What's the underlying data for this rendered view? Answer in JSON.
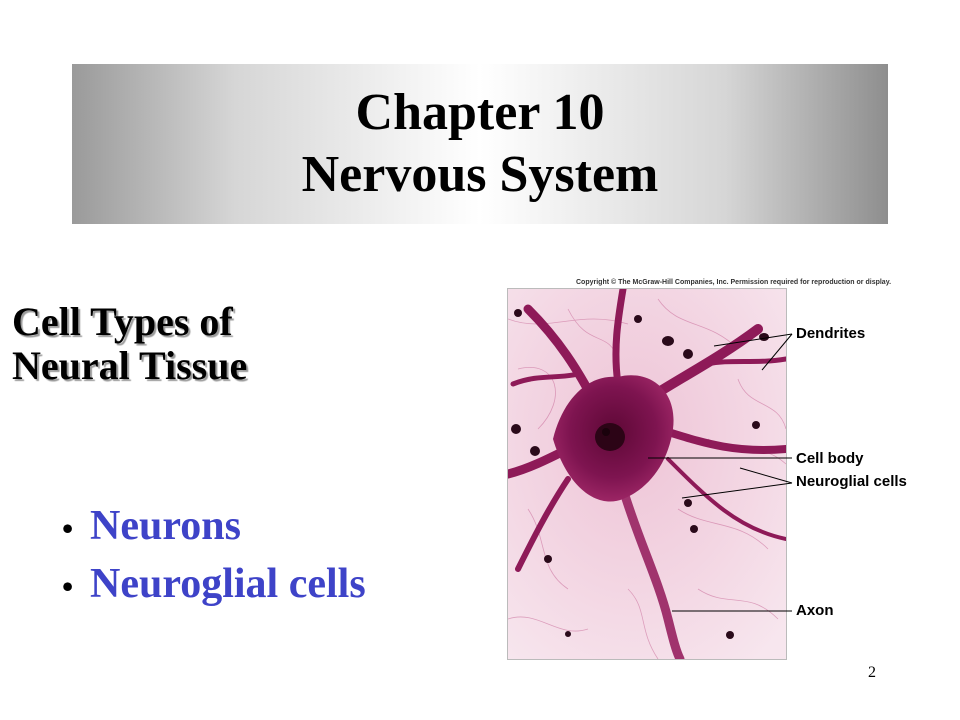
{
  "title": {
    "line1": "Chapter 10",
    "line2": "Nervous System"
  },
  "subtitle": {
    "line1": "Cell Types of",
    "line2": "Neural Tissue"
  },
  "bullets": [
    "Neurons",
    "Neuroglial cells"
  ],
  "figure": {
    "copyright": "Copyright © The McGraw-Hill Companies, Inc. Permission required for reproduction or display.",
    "labels": {
      "dendrites": "Dendrites",
      "cell_body": "Cell body",
      "neuroglial_cells": "Neuroglial cells",
      "axon": "Axon"
    }
  },
  "page_number": "2",
  "colors": {
    "bullet_text": "#3e43c8",
    "stain_dark": "#7a0f4a",
    "stain_light": "#f2d8e4"
  }
}
